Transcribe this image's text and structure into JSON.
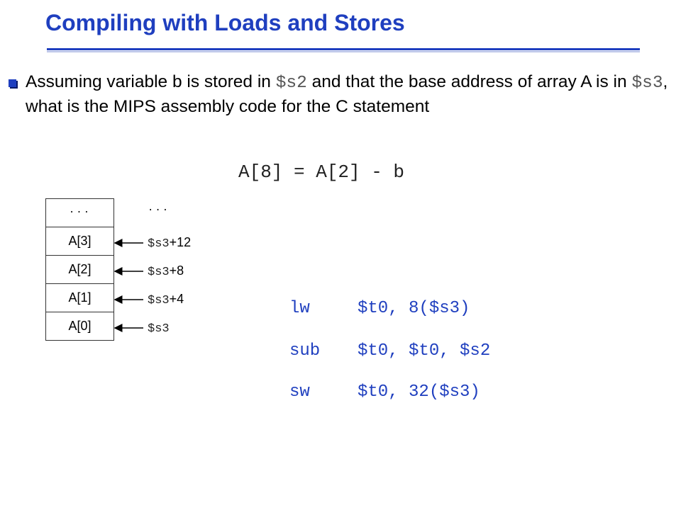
{
  "slide": {
    "title": "Compiling with Loads and Stores",
    "bullet": {
      "text_1": "Assuming variable b is stored in ",
      "reg_b": "$s2",
      "text_2": " and that the base address of array A is in ",
      "reg_a": "$s3",
      "text_3": ", what is the MIPS assembly code for the C statement"
    },
    "statement": "A[8] = A[2] - b",
    "memory": {
      "cells": [
        "...",
        "A[3]",
        "A[2]",
        "A[1]",
        "A[0]"
      ],
      "top_label": "...",
      "arrows": [
        {
          "reg": "$s3",
          "offset": "+12"
        },
        {
          "reg": "$s3",
          "offset": "+8"
        },
        {
          "reg": "$s3",
          "offset": "+4"
        },
        {
          "reg": "$s3",
          "offset": ""
        }
      ]
    },
    "code": [
      {
        "op": "lw",
        "args": "$t0, 8($s3)"
      },
      {
        "op": "sub",
        "args": "$t0, $t0, $s2"
      },
      {
        "op": "sw",
        "args": "$t0, 32($s3)"
      }
    ],
    "colors": {
      "accent": "#1f3fbf",
      "code": "#1f3fbf"
    }
  }
}
